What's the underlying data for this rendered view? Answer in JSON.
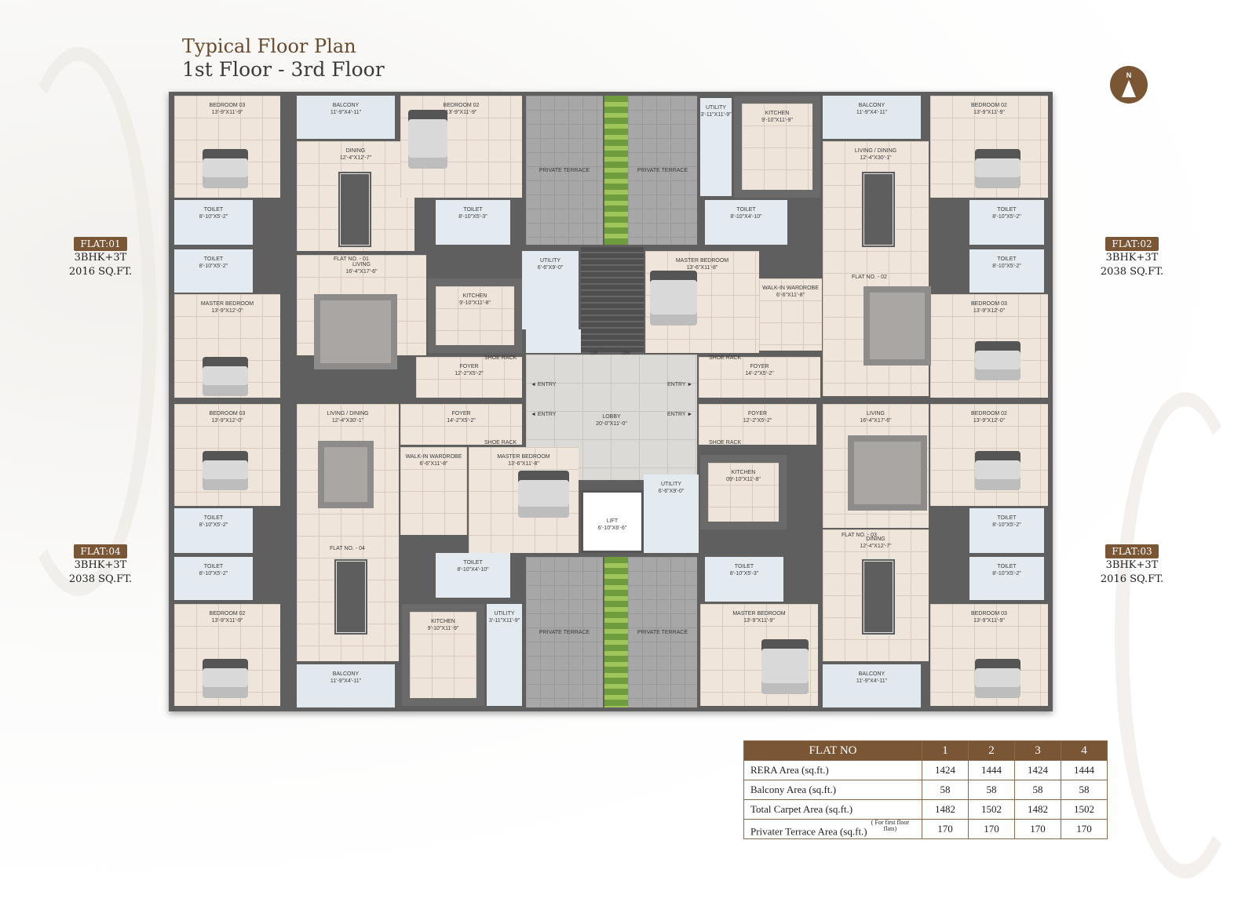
{
  "title": {
    "line1": "Typical Floor Plan",
    "line2": "1st Floor - 3rd Floor"
  },
  "north_icon": {
    "name": "north-arrow-icon",
    "letter": "N"
  },
  "colors": {
    "brand": "#7a5634",
    "walls": "#5f5f5f",
    "floor": "#f0e5da"
  },
  "flats": [
    {
      "tag": "FLAT:01",
      "type": "3BHK+3T",
      "size": "2016 SQ.FT."
    },
    {
      "tag": "FLAT:02",
      "type": "3BHK+3T",
      "size": "2038 SQ.FT."
    },
    {
      "tag": "FLAT:03",
      "type": "3BHK+3T",
      "size": "2016 SQ.FT."
    },
    {
      "tag": "FLAT:04",
      "type": "3BHK+3T",
      "size": "2038 SQ.FT."
    }
  ],
  "rooms": [
    {
      "name": "Bedroom 03",
      "dim": "13'-9\"X11'-9\""
    },
    {
      "name": "Balcony",
      "dim": "11'-9\"X4'-11\""
    },
    {
      "name": "Dining",
      "dim": "12'-4\"X12'-7\""
    },
    {
      "name": "Bedroom 02",
      "dim": "13'-9\"X11'-9\""
    },
    {
      "name": "Toilet",
      "dim": "8'-10\"X5'-2\""
    },
    {
      "name": "Toilet",
      "dim": "8'-10\"X5'-2\""
    },
    {
      "name": "Toilet",
      "dim": "8'-10\"X5'-3\""
    },
    {
      "name": "Master Bedroom",
      "dim": "13'-9\"X12'-0\""
    },
    {
      "name": "Living",
      "dim": "16'-4\"X17'-6\""
    },
    {
      "name": "Kitchen",
      "dim": "9'-10\"X11'-8\""
    },
    {
      "name": "Foyer",
      "dim": "12'-2\"X5'-2\""
    },
    {
      "name": "Utility",
      "dim": "6'-6\"X9'-0\""
    },
    {
      "name": "Private Terrace",
      "dim": ""
    },
    {
      "name": "Private Terrace",
      "dim": ""
    },
    {
      "name": "Utility",
      "dim": "3'-11\"X11'-9\""
    },
    {
      "name": "Kitchen",
      "dim": "9'-10\"X11'-9\""
    },
    {
      "name": "Balcony",
      "dim": "11'-9\"X4'-11\""
    },
    {
      "name": "Living / Dining",
      "dim": "12'-4\"X30'-1\""
    },
    {
      "name": "Bedroom 02",
      "dim": "13'-9\"X11'-9\""
    },
    {
      "name": "Toilet",
      "dim": "8'-10\"X4'-10\""
    },
    {
      "name": "Toilet",
      "dim": "8'-10\"X5'-2\""
    },
    {
      "name": "Toilet",
      "dim": "8'-10\"X5'-2\""
    },
    {
      "name": "Master Bedroom",
      "dim": "13'-6\"X11'-8\""
    },
    {
      "name": "Walk-in Wardrobe",
      "dim": "6'-6\"X11'-8\""
    },
    {
      "name": "Bedroom 03",
      "dim": "13'-9\"X12'-0\""
    },
    {
      "name": "Foyer",
      "dim": "14'-2\"X5'-2\""
    },
    {
      "name": "Lobby",
      "dim": "20'-0\"X11'-0\""
    },
    {
      "name": "Lift",
      "dim": "6'-10\"X6'-6\""
    },
    {
      "name": "Utility",
      "dim": "6'-6\"X9'-0\""
    },
    {
      "name": "Foyer",
      "dim": "14'-2\"X5'-2\""
    },
    {
      "name": "Bedroom 03",
      "dim": "13'-9\"X12'-0\""
    },
    {
      "name": "Toilet",
      "dim": "8'-10\"X5'-2\""
    },
    {
      "name": "Toilet",
      "dim": "8'-10\"X5'-2\""
    },
    {
      "name": "Bedroom 02",
      "dim": "13'-9\"X11'-9\""
    },
    {
      "name": "Living / Dining",
      "dim": "12'-4\"X30'-1\""
    },
    {
      "name": "Walk-in Wardrobe",
      "dim": "6'-6\"X11'-8\""
    },
    {
      "name": "Master Bedroom",
      "dim": "13'-6\"X11'-8\""
    },
    {
      "name": "Toilet",
      "dim": "8'-10\"X4'-10\""
    },
    {
      "name": "Kitchen",
      "dim": "9'-10\"X11'-9\""
    },
    {
      "name": "Utility",
      "dim": "3'-11\"X11'-9\""
    },
    {
      "name": "Balcony",
      "dim": "11'-9\"X4'-11\""
    },
    {
      "name": "Private Terrace",
      "dim": ""
    },
    {
      "name": "Private Terrace",
      "dim": ""
    },
    {
      "name": "Foyer",
      "dim": "12'-2\"X5'-2\""
    },
    {
      "name": "Kitchen",
      "dim": "09'-10\"X11'-8\""
    },
    {
      "name": "Living",
      "dim": "16'-4\"X17'-6\""
    },
    {
      "name": "Toilet",
      "dim": "8'-10\"X5'-3\""
    },
    {
      "name": "Master Bedroom",
      "dim": "13'-9\"X11'-9\""
    },
    {
      "name": "Dining",
      "dim": "12'-4\"X12'-7\""
    },
    {
      "name": "Balcony",
      "dim": "11'-9\"X4'-11\""
    },
    {
      "name": "Bedroom 02",
      "dim": "13'-9\"X12'-0\""
    },
    {
      "name": "Toilet",
      "dim": "8'-10\"X5'-2\""
    },
    {
      "name": "Toilet",
      "dim": "8'-10\"X5'-2\""
    },
    {
      "name": "Bedroom 03",
      "dim": "13'-9\"X11'-9\""
    },
    {
      "name": "Up",
      "dim": ""
    },
    {
      "name": "",
      "dim": ""
    },
    {
      "name": "",
      "dim": ""
    },
    {
      "name": "",
      "dim": ""
    },
    {
      "name": "",
      "dim": ""
    }
  ],
  "labels": {
    "flat_no_01": "FLAT NO. - 01",
    "flat_no_02": "FLAT NO. - 02",
    "flat_no_03": "FLAT NO. - 03",
    "flat_no_04": "FLAT NO. - 04",
    "shoe_rack": "SHOE RACK",
    "entry_left": "◄ ENTRY",
    "entry_right": "ENTRY ►",
    "up": "UP",
    "dn": "DN"
  },
  "area_table": {
    "header": [
      "FLAT NO",
      "1",
      "2",
      "3",
      "4"
    ],
    "rows": [
      {
        "label": "RERA Area (sq.ft.)",
        "note": "",
        "values": [
          "1424",
          "1444",
          "1424",
          "1444"
        ]
      },
      {
        "label": "Balcony Area (sq.ft.)",
        "note": "",
        "values": [
          "58",
          "58",
          "58",
          "58"
        ]
      },
      {
        "label": "Total Carpet Area (sq.ft.)",
        "note": "",
        "values": [
          "1482",
          "1502",
          "1482",
          "1502"
        ]
      },
      {
        "label": "Privater Terrace Area (sq.ft.)",
        "note": "( For first floor flats)",
        "values": [
          "170",
          "170",
          "170",
          "170"
        ]
      }
    ]
  }
}
